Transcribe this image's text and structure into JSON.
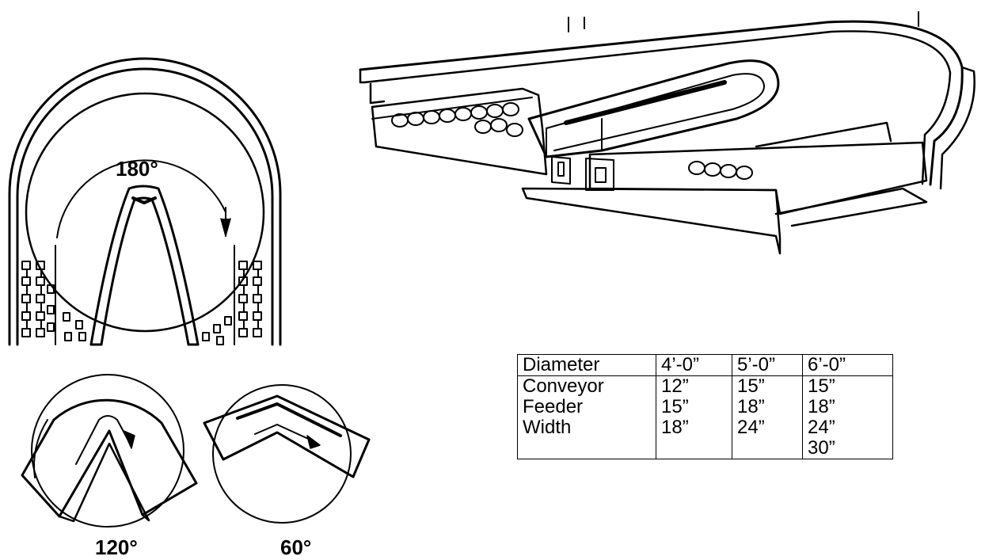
{
  "labels": {
    "angle_180": "180°",
    "angle_120": "120°",
    "angle_60": "60°"
  },
  "spec_table": {
    "headers": [
      "Diameter",
      "4’-0”",
      "5’-0”",
      "6’-0”"
    ],
    "rows": [
      [
        "Conveyor",
        "12”",
        "15”",
        "15”"
      ],
      [
        "Feeder",
        "15”",
        "18”",
        "18”"
      ],
      [
        "Width",
        "18”",
        "24”",
        "24”"
      ],
      [
        "",
        "",
        "",
        "30”"
      ]
    ]
  }
}
